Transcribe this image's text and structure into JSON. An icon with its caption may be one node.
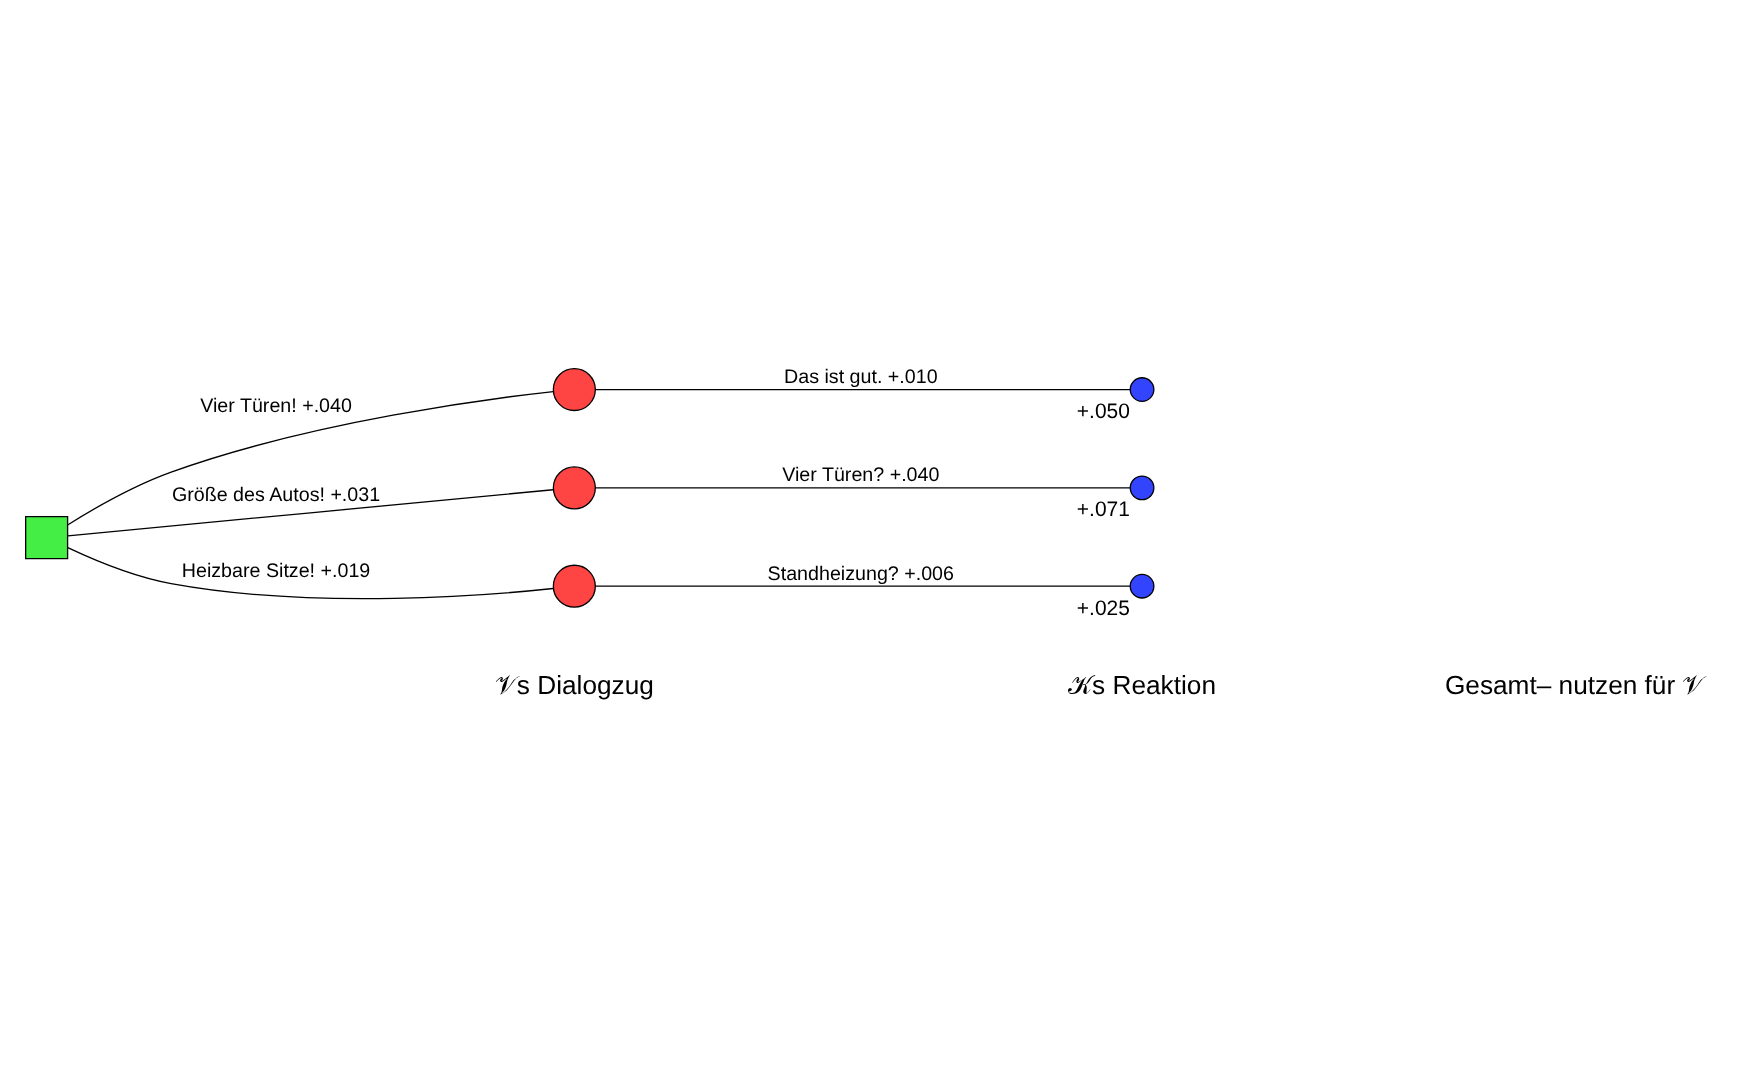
{
  "diagram": {
    "nodes": [
      {
        "text": [],
        "shape": "box"
      },
      {
        "text": [],
        "shape": "circle"
      },
      {
        "text": [],
        "shape": "circle"
      },
      {
        "text": [],
        "shape": "circle"
      },
      {
        "text": [],
        "shape": "circle",
        "beside": [
          "+.050"
        ]
      },
      {
        "text": [],
        "shape": "circle",
        "beside": [
          "+.071"
        ]
      },
      {
        "text": [],
        "shape": "circle",
        "beside": [
          "+.025"
        ]
      }
    ],
    "edges": [
      {
        "from": 0,
        "to": 1,
        "arrow": "none",
        "label": "Vier Türen! +.040"
      },
      {
        "from": 0,
        "to": 2,
        "arrow": "none",
        "label": "Größe des Autos! +.031"
      },
      {
        "from": 0,
        "to": 3,
        "arrow": "none",
        "label": "Heizbare Sitze! +.019"
      },
      {
        "from": 1,
        "to": 4,
        "arrow": "none",
        "label": "Das ist gut. +.010"
      },
      {
        "from": 2,
        "to": 5,
        "arrow": "none",
        "label": "Vier Türen? +.040"
      },
      {
        "from": 3,
        "to": 6,
        "arrow": "none",
        "label": "Standheizung? +.006"
      }
    ],
    "labels": [
      "𝒱s Dialogzug",
      "𝒦s Reaktion",
      "Gesamt– nutzen für 𝒱"
    ]
  }
}
